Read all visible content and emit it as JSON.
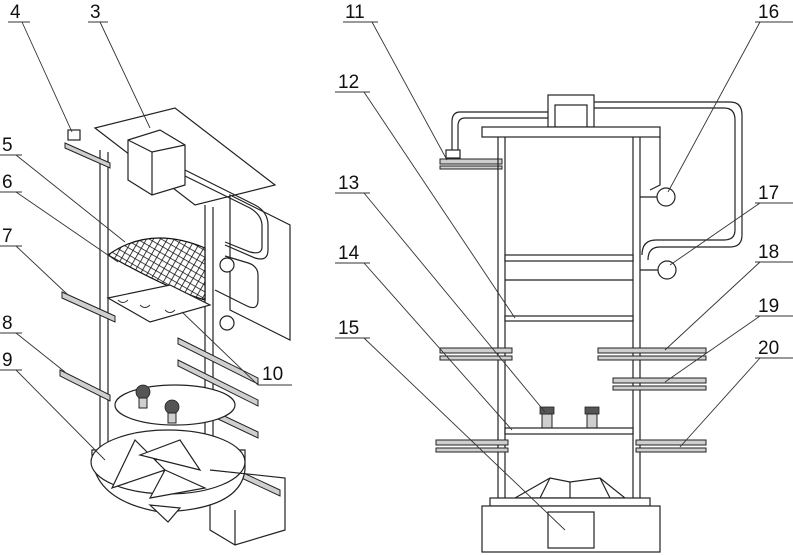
{
  "labels": {
    "n3": "3",
    "n4": "4",
    "n5": "5",
    "n6": "6",
    "n7": "7",
    "n8": "8",
    "n9": "9",
    "n10": "10",
    "n11": "11",
    "n12": "12",
    "n13": "13",
    "n14": "14",
    "n15": "15",
    "n16": "16",
    "n17": "17",
    "n18": "18",
    "n19": "19",
    "n20": "20"
  }
}
